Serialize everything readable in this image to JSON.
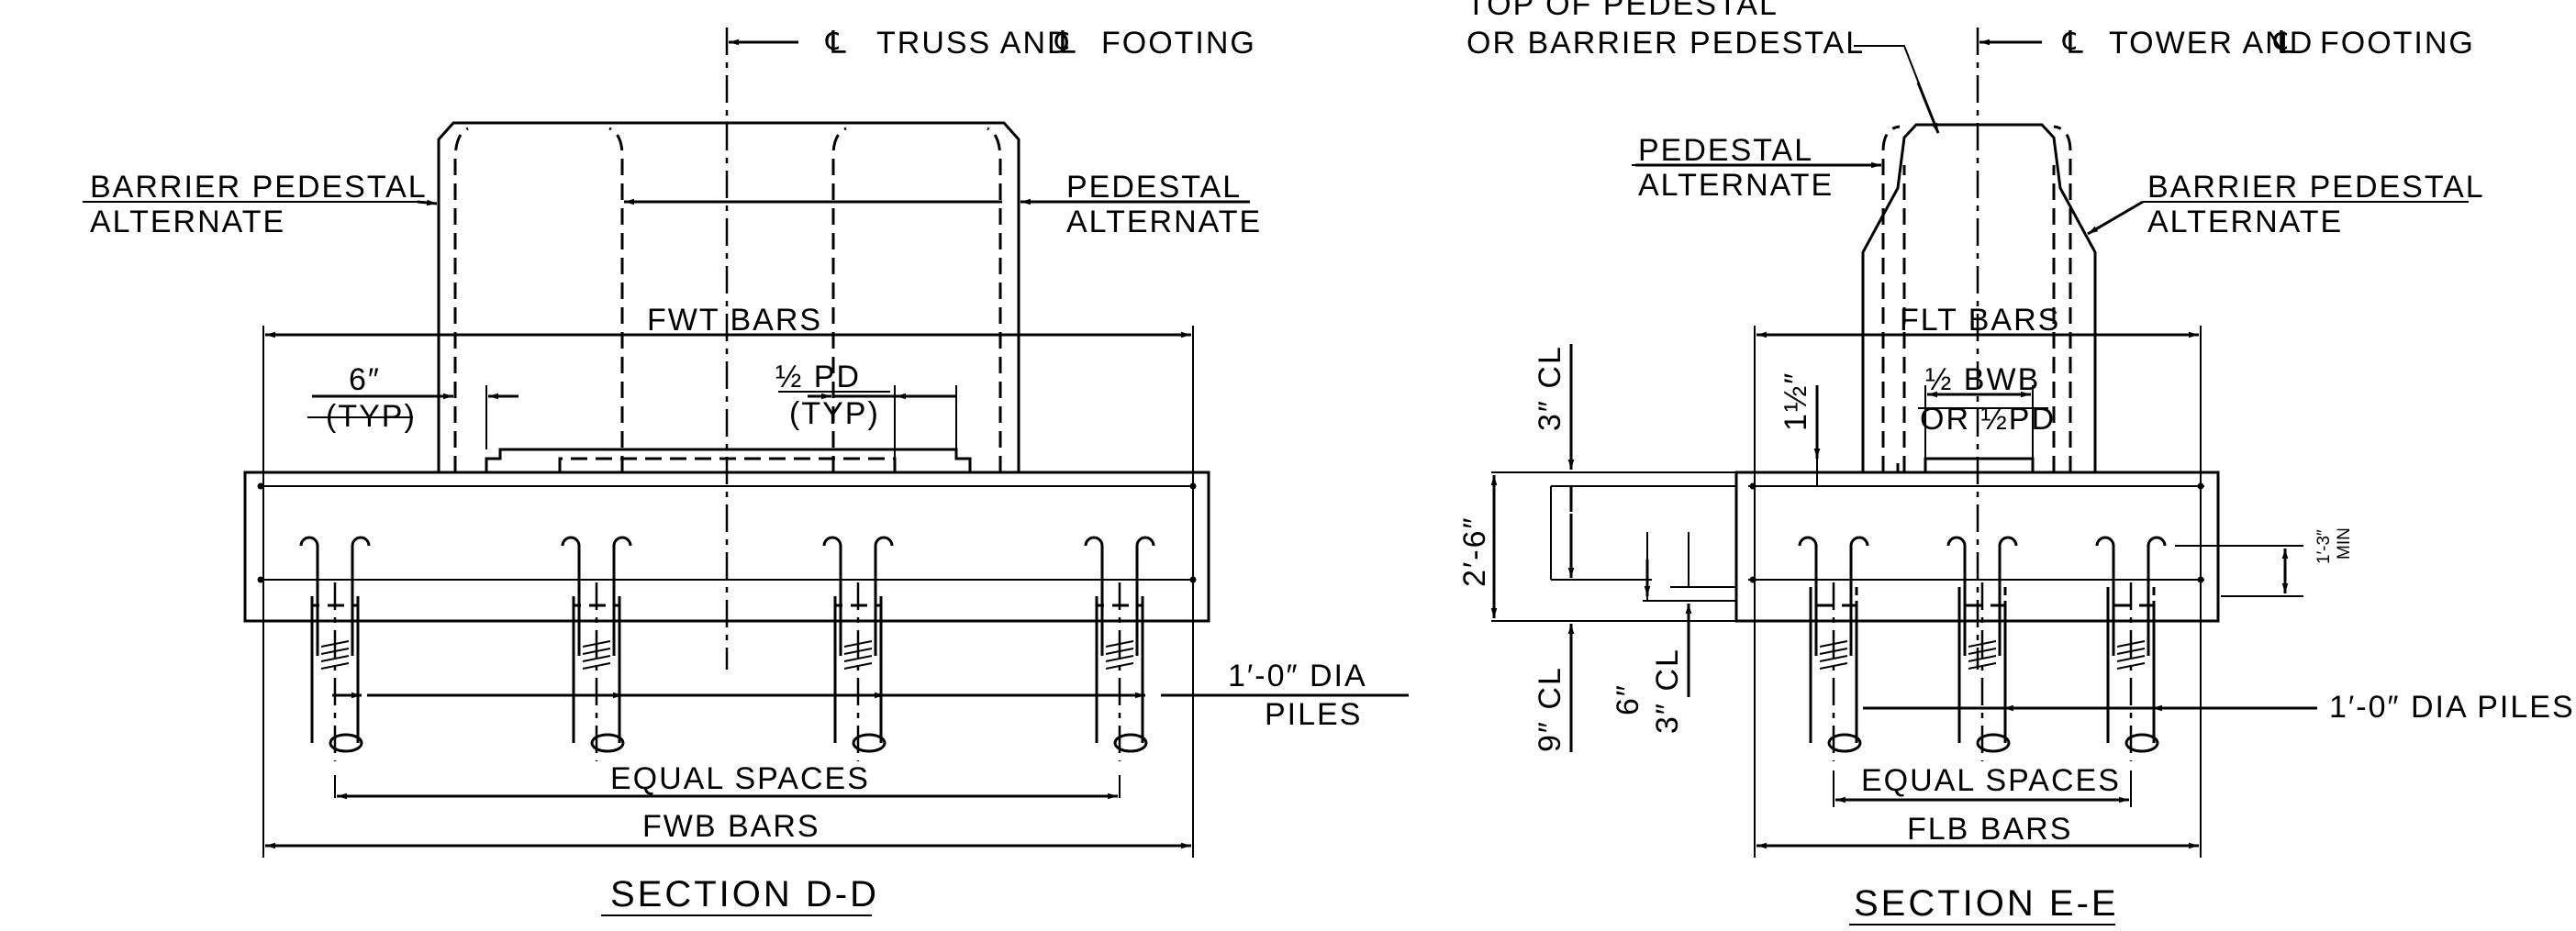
{
  "section_dd": {
    "title": "SECTION D-D",
    "centerline_label": "TRUSS AND",
    "centerline_label_2": "FOOTING",
    "left_label_1": "BARRIER PEDESTAL",
    "left_label_2": "ALTERNATE",
    "right_label_1": "PEDESTAL",
    "right_label_2": "ALTERNATE",
    "fwt_bars": "FWT BARS",
    "typ_dim": "6″",
    "typ_label": "(TYP)",
    "half_pd": "½ PD",
    "half_pd_typ": "(TYP)",
    "piles_label_1": "1′-0″ DIA",
    "piles_label_2": "PILES",
    "equal_spaces": "EQUAL SPACES",
    "fwb_bars": "FWB BARS"
  },
  "section_ee": {
    "title": "SECTION E-E",
    "top_label_1": "TOP OF PEDESTAL",
    "top_label_2": "OR BARRIER PEDESTAL",
    "centerline_label": "TOWER AND",
    "centerline_label_2": "FOOTING",
    "left_label_1": "PEDESTAL",
    "left_label_2": "ALTERNATE",
    "right_label_1": "BARRIER PEDESTAL",
    "right_label_2": "ALTERNATE",
    "flt_bars": "FLT BARS",
    "half_bwb": "½ BWB",
    "or_half_pd": "OR ½PD",
    "dim_3cl_top": "3″ CL",
    "dim_1_5": "1½″",
    "dim_2_6": "2′-6″",
    "dim_9cl": "9″ CL",
    "dim_6": "6″",
    "dim_3cl_bot": "3″ CL",
    "dim_min_1": "1′-3″",
    "dim_min_2": "MIN",
    "piles_label": "1′-0″ DIA  PILES",
    "equal_spaces": "EQUAL SPACES",
    "flb_bars": "FLB BARS"
  },
  "icons": {
    "centerline_symbol": "℄"
  }
}
